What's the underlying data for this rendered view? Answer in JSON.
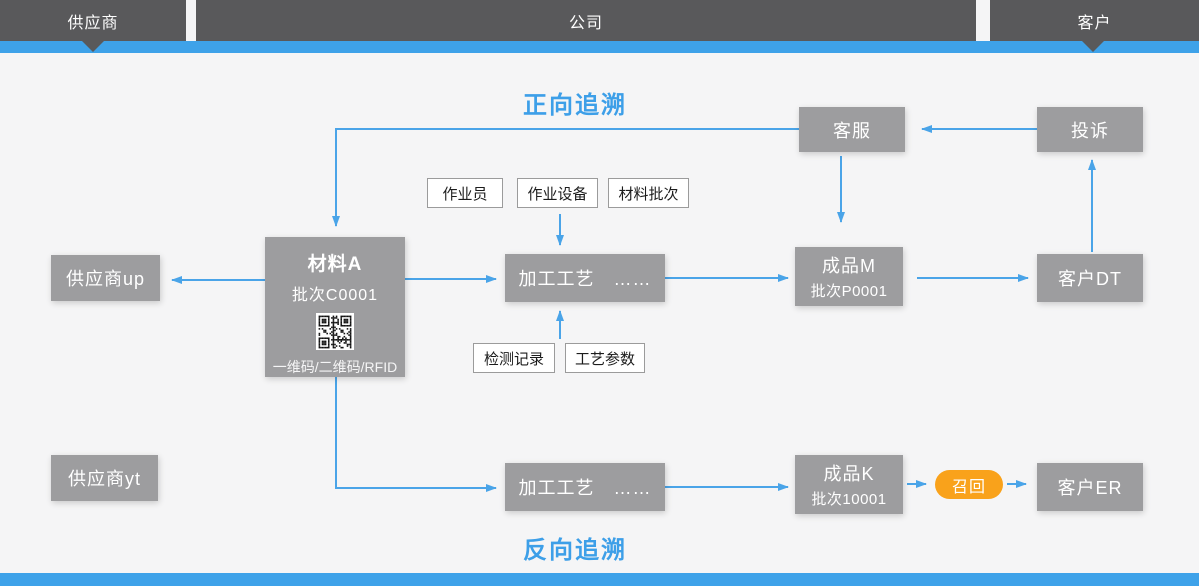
{
  "colors": {
    "dark": "#59595b",
    "blue": "#3ea2e9",
    "arrow": "#4aa4e8",
    "box_gray": "#9d9d9f",
    "orange": "#f9a21b",
    "bg": "#f5f5f6",
    "title_blue": "#3d9fe8"
  },
  "header": {
    "supplier": "供应商",
    "company": "公司",
    "customer": "客户"
  },
  "titles": {
    "forward": "正向追溯",
    "backward": "反向追溯"
  },
  "nodes": {
    "service": "客服",
    "complaint": "投诉",
    "supplier_up": "供应商up",
    "supplier_yt": "供应商yt",
    "material_a": {
      "title": "材料A",
      "batch": "批次C0001",
      "code": "一维码/二维码/RFID"
    },
    "process_1": "加工工艺　……",
    "process_2": "加工工艺　……",
    "product_m": {
      "title": "成品M",
      "batch": "批次P0001"
    },
    "product_k": {
      "title": "成品K",
      "batch": "批次10001"
    },
    "customer_dt": "客户DT",
    "customer_er": "客户ER",
    "recall": "召回"
  },
  "tags": {
    "operator": "作业员",
    "equipment": "作业设备",
    "material_batch": "材料批次",
    "inspection_record": "检测记录",
    "process_params": "工艺参数"
  }
}
